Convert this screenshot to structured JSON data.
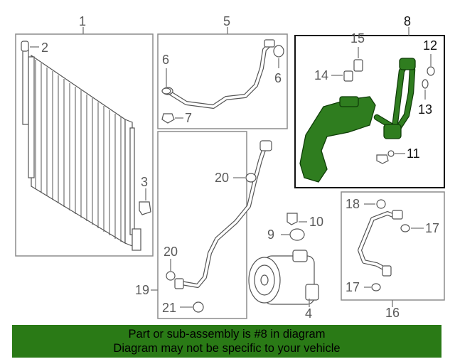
{
  "callouts": {
    "c1": "1",
    "c2": "2",
    "c3": "3",
    "c4": "4",
    "c5": "5",
    "c6a": "6",
    "c6b": "6",
    "c7": "7",
    "c8": "8",
    "c9": "9",
    "c10": "10",
    "c11": "11",
    "c12": "12",
    "c13": "13",
    "c14": "14",
    "c15": "15",
    "c16": "16",
    "c17a": "17",
    "c17b": "17",
    "c18": "18",
    "c19": "19",
    "c20a": "20",
    "c20b": "20",
    "c21": "21"
  },
  "banner": {
    "line1": "Part or sub-assembly is #8 in diagram",
    "line2": "Diagram may not be specific to your vehicle",
    "color": "#2a7a16"
  },
  "highlight_color": "#2f7d1f"
}
